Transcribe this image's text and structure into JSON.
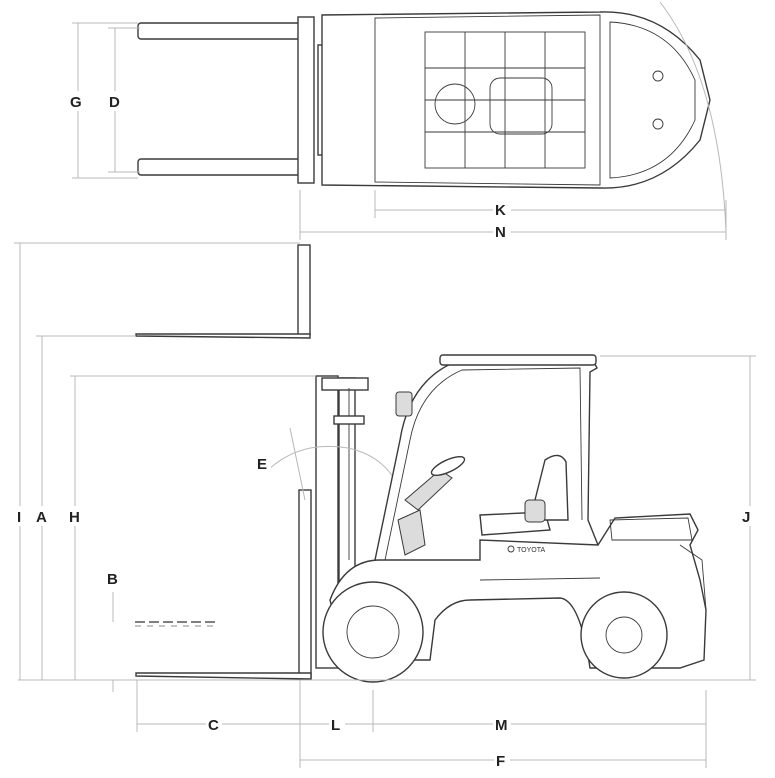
{
  "labels": {
    "A": "A",
    "B": "B",
    "C": "C",
    "D": "D",
    "E": "E",
    "F": "F",
    "G": "G",
    "H": "H",
    "I": "I",
    "J": "J",
    "K": "K",
    "L": "L",
    "M": "M",
    "N": "N"
  },
  "brand": "TOYOTA"
}
